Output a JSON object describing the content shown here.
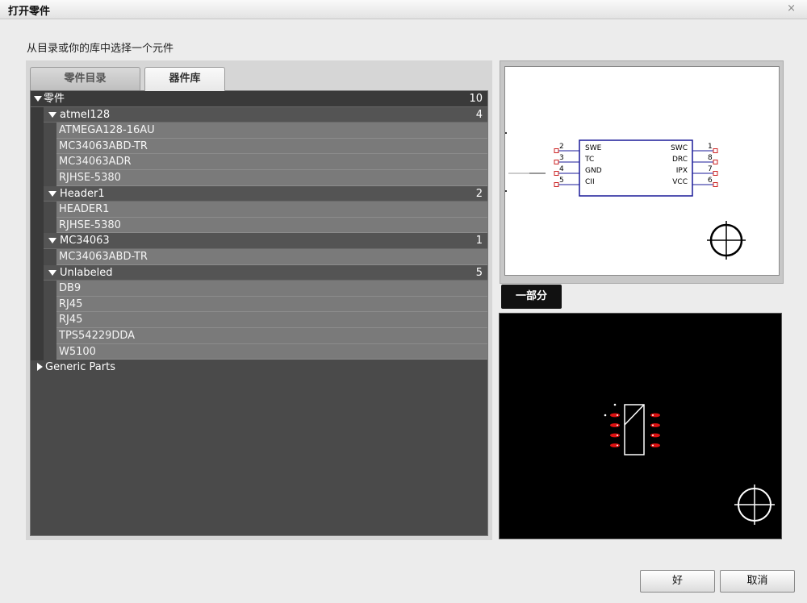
{
  "window": {
    "title": "打开零件",
    "close_icon": "×"
  },
  "instruction": "从目录或你的库中选择一个元件",
  "tabs": [
    {
      "label": "零件目录",
      "active": false
    },
    {
      "label": "器件库",
      "active": true
    }
  ],
  "tree": {
    "root": {
      "label": "零件",
      "count": "10"
    },
    "groups": [
      {
        "label": "atmel128",
        "count": "4",
        "items": [
          "ATMEGA128-16AU",
          "MC34063ABD-TR",
          "MC34063ADR",
          "RJHSE-5380"
        ]
      },
      {
        "label": "Header1",
        "count": "2",
        "items": [
          "HEADER1",
          "RJHSE-5380"
        ]
      },
      {
        "label": "MC34063",
        "count": "1",
        "items": [
          "MC34063ABD-TR"
        ]
      },
      {
        "label": "Unlabeled",
        "count": "5",
        "items": [
          "DB9",
          "RJ45",
          "RJ45",
          "TPS54229DDA",
          "W5100"
        ]
      }
    ],
    "collapsed": {
      "label": "Generic Parts"
    }
  },
  "schematic": {
    "left_pins": [
      {
        "num": "2",
        "name": "SWE"
      },
      {
        "num": "3",
        "name": "TC"
      },
      {
        "num": "4",
        "name": "GND"
      },
      {
        "num": "5",
        "name": "CII"
      }
    ],
    "right_pins": [
      {
        "num": "1",
        "name": "SWC"
      },
      {
        "num": "8",
        "name": "DRC"
      },
      {
        "num": "7",
        "name": "IPX"
      },
      {
        "num": "6",
        "name": "VCC"
      }
    ]
  },
  "preview_tab": {
    "label": "一部分"
  },
  "buttons": {
    "ok": "好",
    "cancel": "取消"
  },
  "colors": {
    "tree_bg": "#4a4a4a",
    "item_bg": "#7a7a7a",
    "schematic_line": "#1a1a99",
    "pin_marker": "#cc2222",
    "pcb_pad": "#dd1111"
  }
}
